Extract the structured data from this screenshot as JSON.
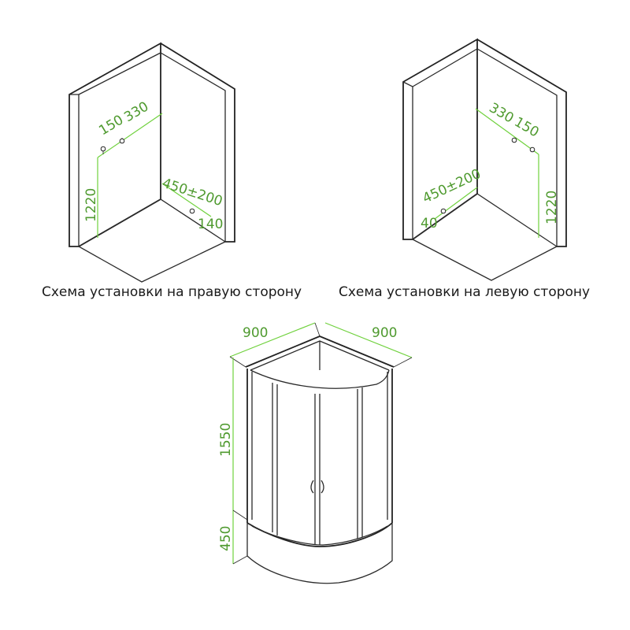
{
  "right_scheme": {
    "caption": "Схема установки на правую сторону",
    "dims": {
      "d150": "150",
      "d330": "330",
      "d1220": "1220",
      "d450": "450±200",
      "d140": "140"
    }
  },
  "left_scheme": {
    "caption": "Схема установки на левую сторону",
    "dims": {
      "d330": "330",
      "d150": "150",
      "d1220": "1220",
      "d450": "450±200",
      "d40": "40"
    }
  },
  "cabin": {
    "dims": {
      "width_left": "900",
      "width_right": "900",
      "height": "1550",
      "tray_height": "450"
    }
  },
  "colors": {
    "dimension": "#6fd13c",
    "line": "#222222"
  }
}
